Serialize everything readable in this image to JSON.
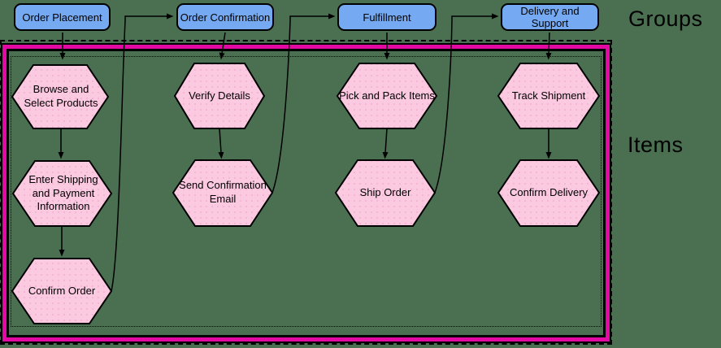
{
  "diagram": {
    "side_labels": {
      "groups": "Groups",
      "items": "Items"
    },
    "groups": [
      {
        "label": "Order Placement"
      },
      {
        "label": "Order Confirmation"
      },
      {
        "label": "Fulfillment"
      },
      {
        "label": "Delivery and Support"
      }
    ],
    "columns": [
      {
        "group": "Order Placement",
        "items": [
          {
            "label": "Browse and Select Products"
          },
          {
            "label": "Enter Shipping and Payment Information"
          },
          {
            "label": "Confirm Order"
          }
        ]
      },
      {
        "group": "Order Confirmation",
        "items": [
          {
            "label": "Verify Details"
          },
          {
            "label": "Send Confirmation Email"
          }
        ]
      },
      {
        "group": "Fulfillment",
        "items": [
          {
            "label": "Pick and Pack Items"
          },
          {
            "label": "Ship Order"
          }
        ]
      },
      {
        "group": "Delivery and Support",
        "items": [
          {
            "label": "Track Shipment"
          },
          {
            "label": "Confirm Delivery"
          }
        ]
      }
    ],
    "edges": [
      {
        "from": "Order Placement",
        "to": "Browse and Select Products"
      },
      {
        "from": "Browse and Select Products",
        "to": "Enter Shipping and Payment Information"
      },
      {
        "from": "Enter Shipping and Payment Information",
        "to": "Confirm Order"
      },
      {
        "from": "Confirm Order",
        "to": "Order Confirmation"
      },
      {
        "from": "Order Confirmation",
        "to": "Verify Details"
      },
      {
        "from": "Verify Details",
        "to": "Send Confirmation Email"
      },
      {
        "from": "Send Confirmation Email",
        "to": "Fulfillment"
      },
      {
        "from": "Fulfillment",
        "to": "Pick and Pack Items"
      },
      {
        "from": "Pick and Pack Items",
        "to": "Ship Order"
      },
      {
        "from": "Ship Order",
        "to": "Delivery and Support"
      },
      {
        "from": "Delivery and Support",
        "to": "Track Shipment"
      },
      {
        "from": "Track Shipment",
        "to": "Confirm Delivery"
      }
    ],
    "colors": {
      "background": "#4a7051",
      "group_fill": "#75aaf2",
      "group_border": "#000000",
      "item_fill": "#fbc9e0",
      "item_dot": "#f2a9ce",
      "item_border": "#000000",
      "cluster_magenta": "#e20aa2",
      "cluster_black": "#000000",
      "line": "#000000",
      "text": "#000000"
    }
  }
}
